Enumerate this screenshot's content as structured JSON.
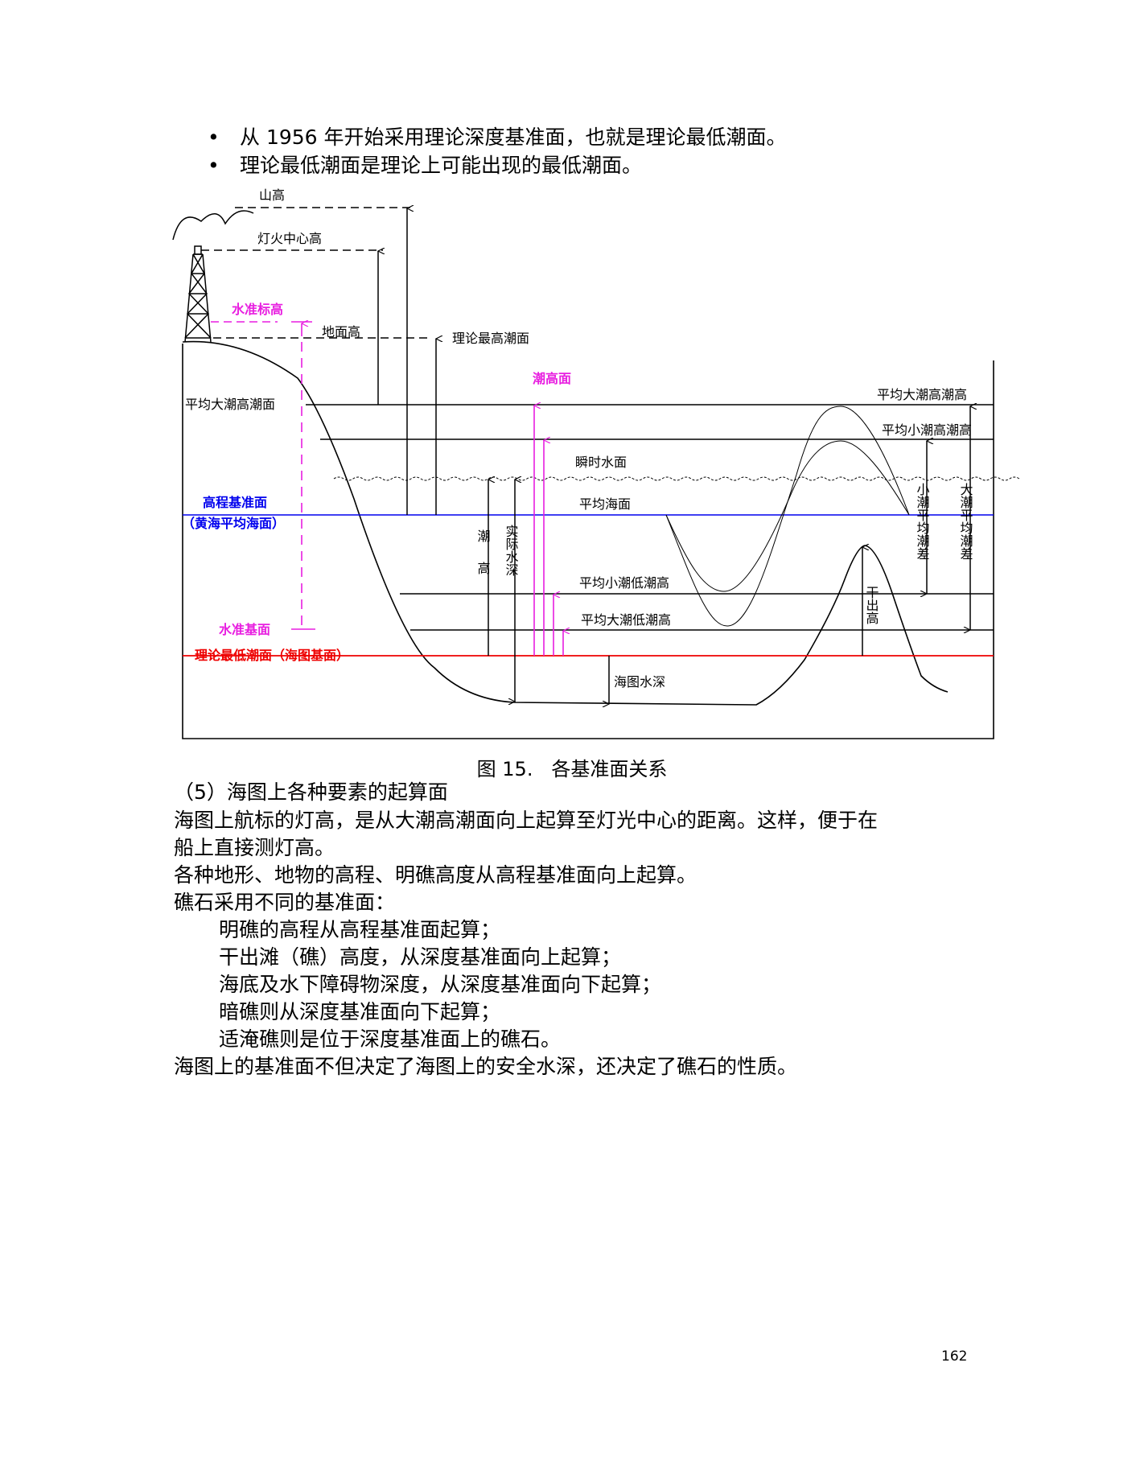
{
  "bullets": [
    "从 1956 年开始采用理论深度基准面，也就是理论最低潮面。",
    "理论最低潮面是理论上可能出现的最低潮面。"
  ],
  "bullet_symbol": "•",
  "figure": {
    "labels": {
      "mountain_height": "山高",
      "light_center_height": "灯火中心高",
      "benchmark_mark_height": "水准标高",
      "ground_height": "地面高",
      "highest_astronomical_tide": "理论最高潮面",
      "tide_height_surface": "潮高面",
      "mhws_left": "平均大潮高潮面",
      "mhws_right": "平均大潮高潮高",
      "mhwn_right": "平均小潮高潮高",
      "instant_water_level": "瞬时水面",
      "elevation_datum": "高程基准面",
      "elevation_datum_sub": "（黄海平均海面）",
      "mean_sea_level": "平均海面",
      "tide_height_vertical": "潮高",
      "actual_depth_vertical": "实际水深",
      "mlwn": "平均小潮低潮高",
      "mlws": "平均大潮低潮高",
      "leveling_datum": "水准基面",
      "chart_datum": "理论最低潮面（海图基面）",
      "chart_depth": "海图水深",
      "drying_height_vertical": "干出高",
      "neap_range_vertical": "小潮平均潮差",
      "spring_range_vertical": "大潮平均潮差"
    },
    "colors": {
      "magenta": "#e81ee0",
      "blue": "#0000ee",
      "red": "#ee0000",
      "black": "#000000"
    },
    "caption": "图 15.   各基准面关系"
  },
  "paragraphs": [
    {
      "text": "（5）海图上各种要素的起算面",
      "indent": false
    },
    {
      "text": "海图上航标的灯高，是从大潮高潮面向上起算至灯光中心的距离。这样，便于在",
      "indent": false
    },
    {
      "text": "船上直接测灯高。",
      "indent": false
    },
    {
      "text": "各种地形、地物的高程、明礁高度从高程基准面向上起算。",
      "indent": false
    },
    {
      "text": "礁石采用不同的基准面：",
      "indent": false
    },
    {
      "text": "明礁的高程从高程基准面起算；",
      "indent": true
    },
    {
      "text": "干出滩（礁）高度，从深度基准面向上起算；",
      "indent": true
    },
    {
      "text": "海底及水下障碍物深度，从深度基准面向下起算；",
      "indent": true
    },
    {
      "text": "暗礁则从深度基准面向下起算；",
      "indent": true
    },
    {
      "text": "适淹礁则是位于深度基准面上的礁石。",
      "indent": true
    },
    {
      "text": "海图上的基准面不但决定了海图上的安全水深，还决定了礁石的性质。",
      "indent": false
    }
  ],
  "page_number": "162"
}
